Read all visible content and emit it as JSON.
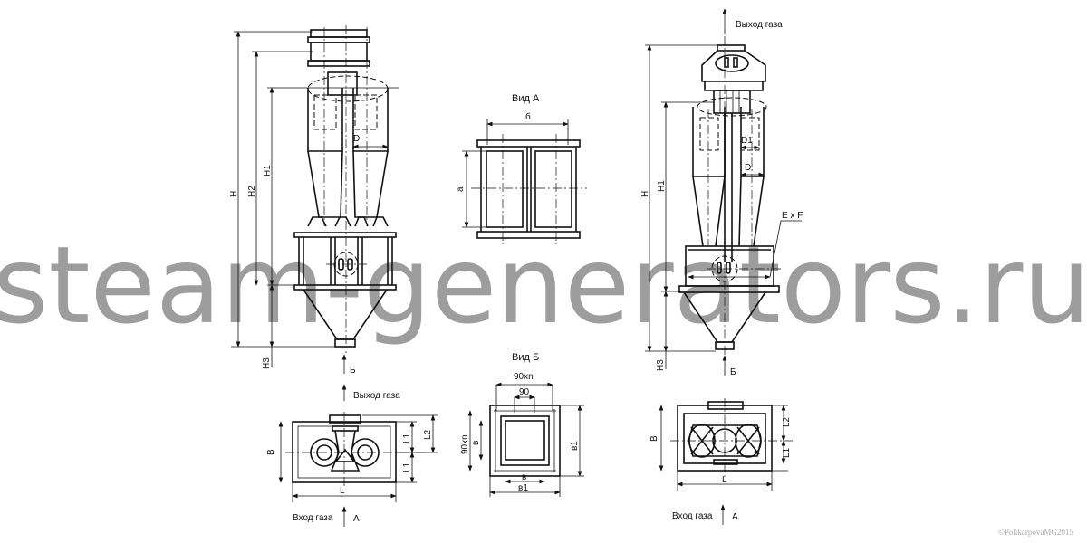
{
  "watermark": "steam-generators.ru",
  "copyright": "©PolikarpovaMG2015",
  "left_elevation": {
    "H": "H",
    "H2": "H2",
    "H1": "H1",
    "H3": "H3",
    "D": "D",
    "view_b": "Б"
  },
  "left_plan": {
    "gas_outlet": "Выход газа",
    "gas_inlet": "Вход газа",
    "view_a": "А",
    "B": "B",
    "L": "L",
    "L1a": "L1",
    "L1b": "L1",
    "L2": "L2"
  },
  "view_a": {
    "title": "Вид А",
    "b": "б",
    "a": "a"
  },
  "view_b": {
    "title": "Вид Б",
    "n_top": "90xn",
    "pitch": "90",
    "n_left": "90xn",
    "v": "в",
    "v_bottom": "в",
    "v1_right": "в1",
    "v1_bottom": "в1"
  },
  "right_elevation": {
    "gas_outlet": "Выход газа",
    "H": "H",
    "H1": "H1",
    "H3": "H3",
    "D1": "D1",
    "D": "D",
    "ExF": "E x F",
    "view_b": "Б"
  },
  "right_plan": {
    "gas_inlet": "Вход газа",
    "view_a": "А",
    "B": "B",
    "L": "L",
    "L1": "L1",
    "L2": "L2"
  }
}
